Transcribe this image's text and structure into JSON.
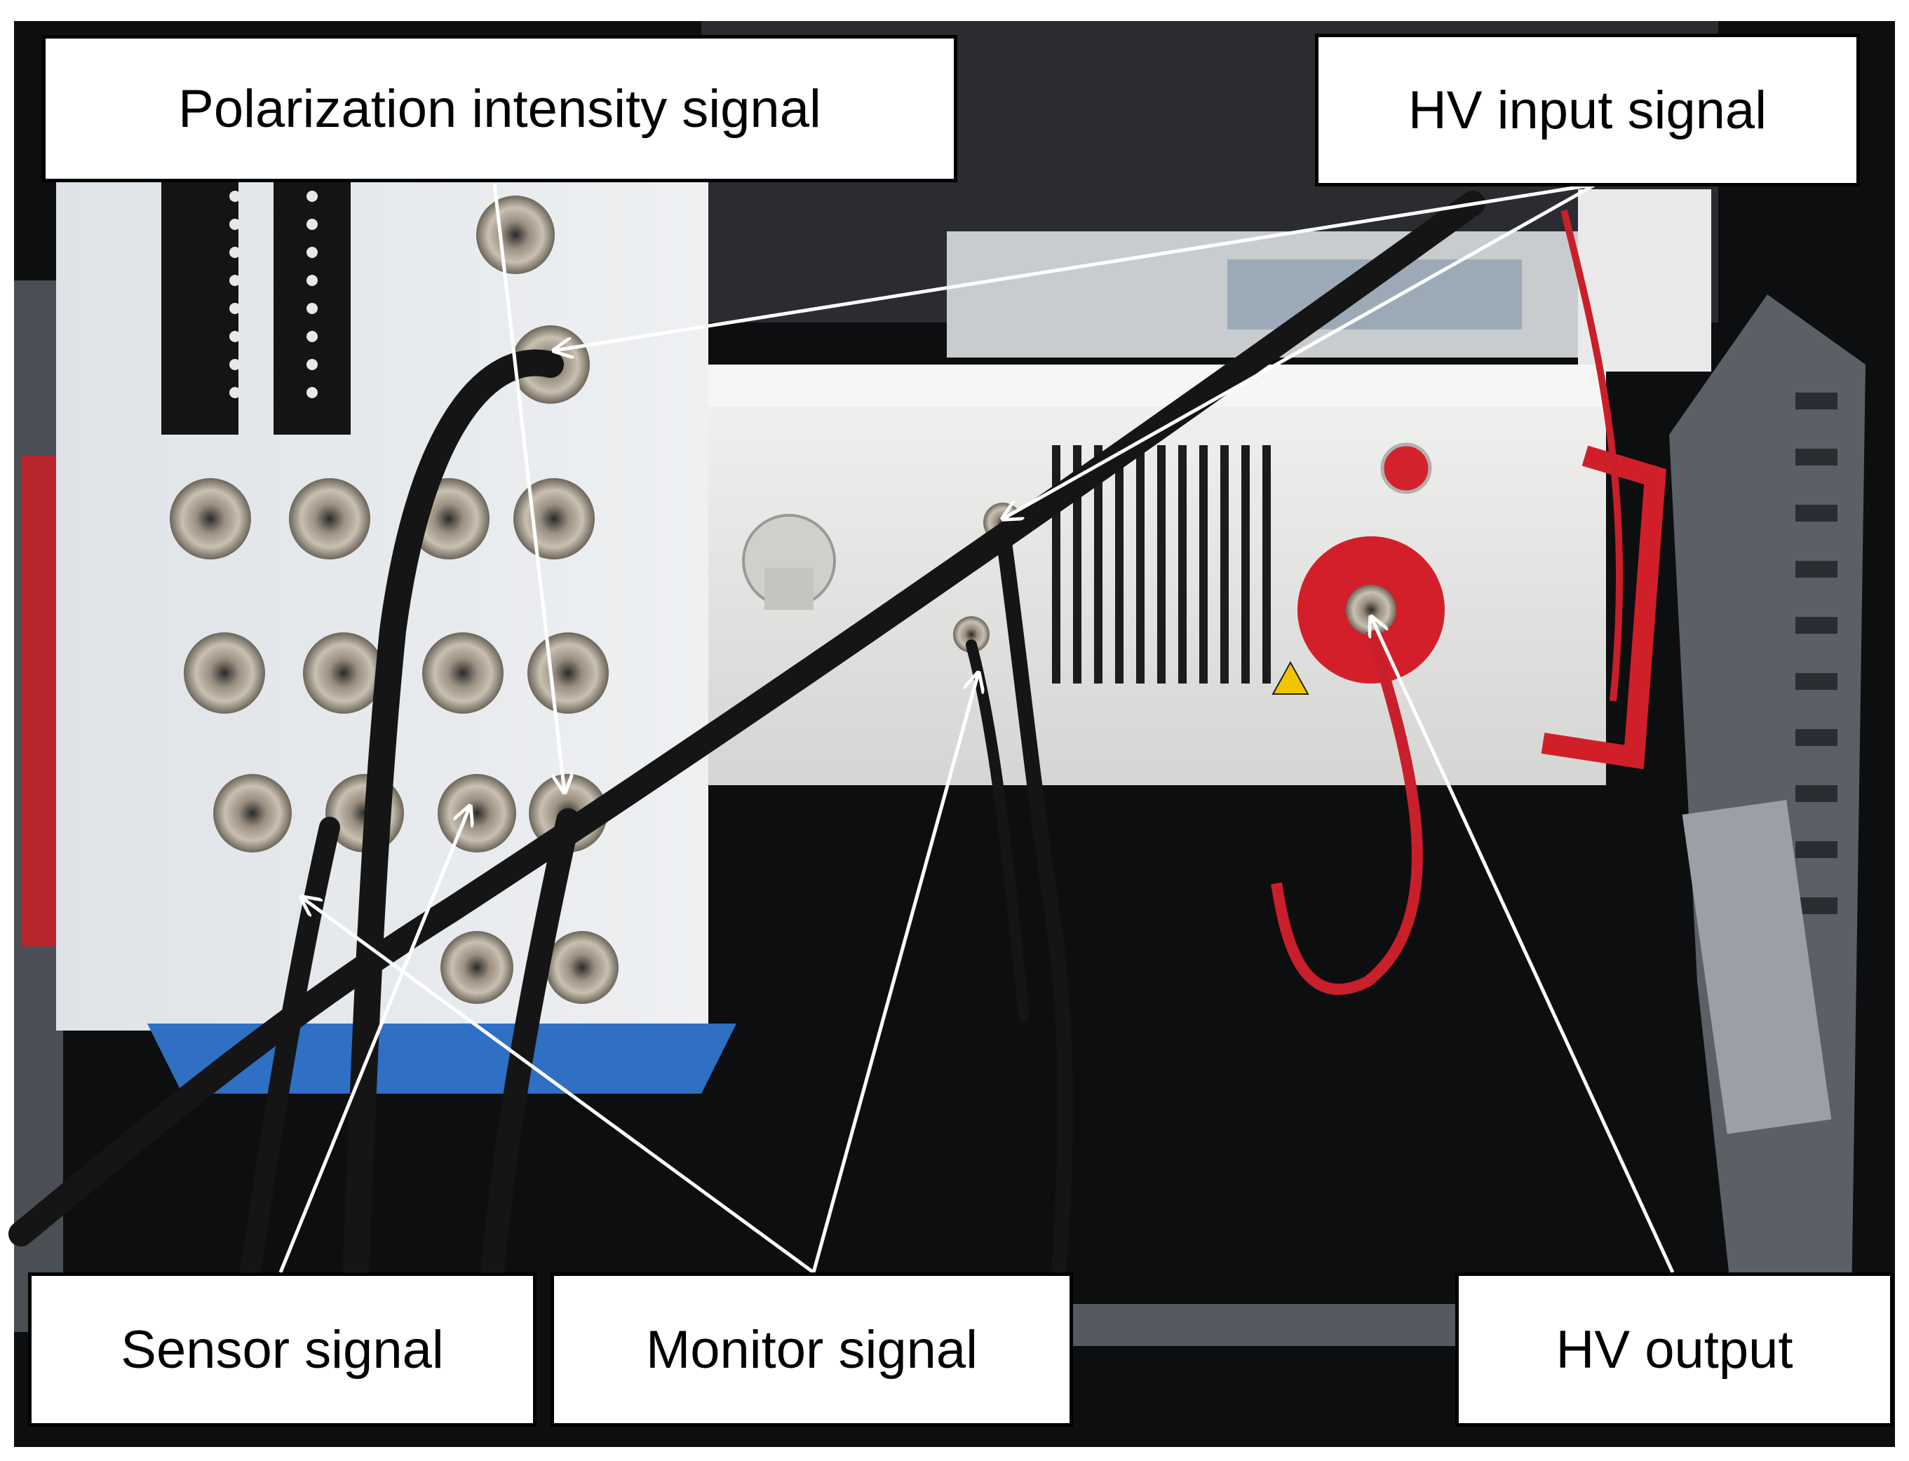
{
  "labels": {
    "polarization_intensity_signal": "Polarization intensity signal",
    "hv_input_signal": "HV input signal",
    "sensor_signal": "Sensor signal",
    "monitor_signal": "Monitor signal",
    "hv_output": "HV output"
  },
  "colors": {
    "background": "#0d0e10",
    "daq_panel": "#e8ebee",
    "daq_base": "#2f6fc4",
    "amplifier_body": "#e6e7e6",
    "red_cable": "#d11f2a",
    "arrow": "#ffffff",
    "label_border": "#000000"
  }
}
